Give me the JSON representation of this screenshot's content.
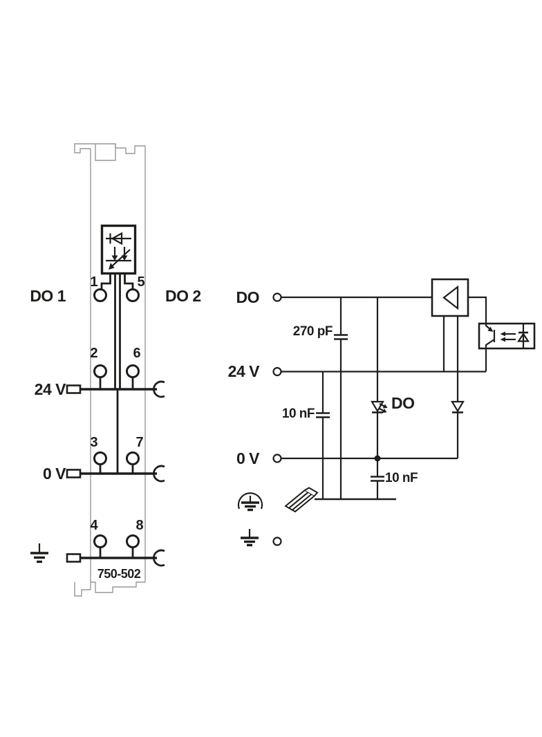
{
  "colors": {
    "line": "#1d1d1b",
    "housing_outline": "#979797",
    "background": "#ffffff"
  },
  "module": {
    "part_number": "750-502",
    "left_channel_label": "DO 1",
    "right_channel_label": "DO 2",
    "power_label": "24 V",
    "zero_volt_label": "0 V",
    "terminals": [
      {
        "number": "1"
      },
      {
        "number": "2"
      },
      {
        "number": "3"
      },
      {
        "number": "4"
      },
      {
        "number": "5"
      },
      {
        "number": "6"
      },
      {
        "number": "7"
      },
      {
        "number": "8"
      }
    ],
    "symbols": {
      "status_leds": "dual-led-indicator-icon",
      "earth": "earth-ground-icon",
      "left_connectors": "power-jumper-contact-icon",
      "right_connectors": "spring-clamp-contact-icon"
    }
  },
  "schematic": {
    "do_label": "DO",
    "power_label": "24 V",
    "zero_volt_label": "0 V",
    "led_label": "DO",
    "capacitors": {
      "do_to_shield": "270 pF",
      "power_to_shield": "10 nF",
      "zero_to_shield": "10 nF"
    },
    "symbols": {
      "driver": "amplifier-icon",
      "isolation": "optocoupler-icon",
      "rail": "din-rail-icon",
      "shield_earth": "shielded-earth-icon",
      "functional_earth": "earth-ground-icon",
      "status_led": "led-icon",
      "suppressor": "diode-icon"
    }
  }
}
